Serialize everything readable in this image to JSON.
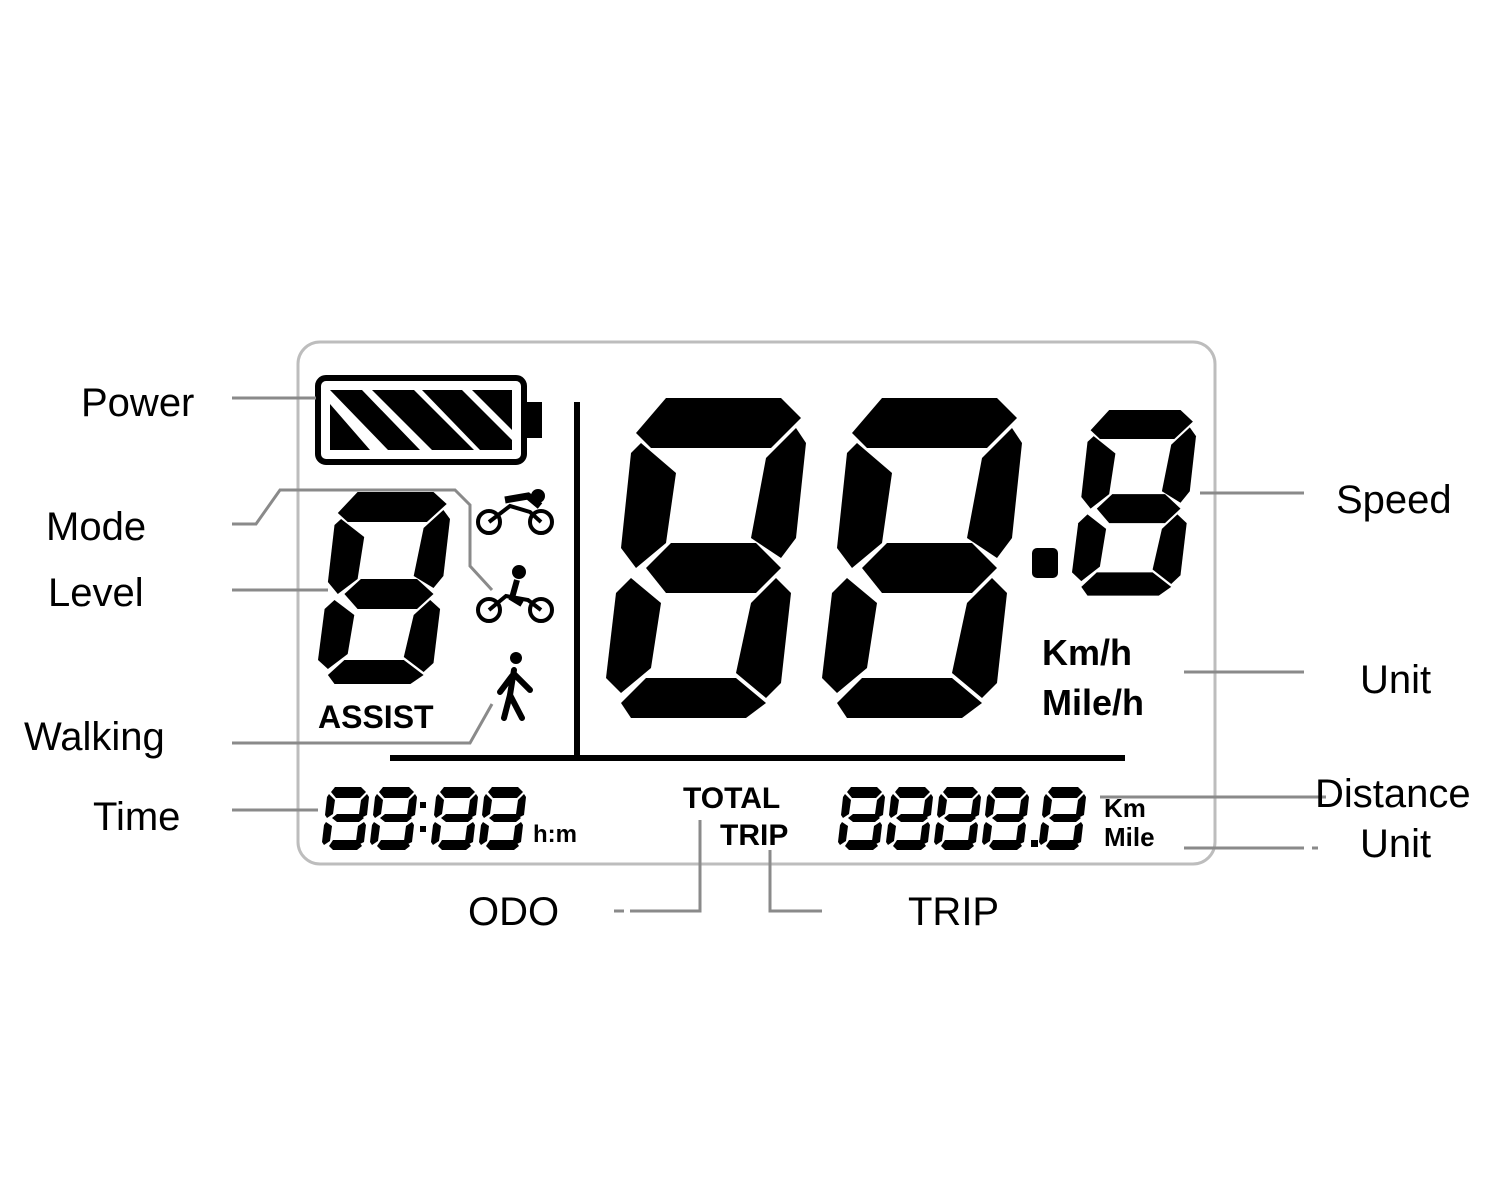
{
  "callouts": {
    "power": "Power",
    "mode": "Mode",
    "level": "Level",
    "walking": "Walking",
    "time": "Time",
    "speed": "Speed",
    "unit": "Unit",
    "distance": "Distance",
    "distance_unit": "Unit",
    "odo": "ODO",
    "trip": "TRIP"
  },
  "lcd": {
    "assist_label": "ASSIST",
    "speed_unit_km": "Km/h",
    "speed_unit_mile": "Mile/h",
    "time_unit": "h:m",
    "total_label": "TOTAL",
    "trip_label": "TRIP",
    "distance_unit_km": "Km",
    "distance_unit_mile": "Mile"
  },
  "colors": {
    "ink": "#000000",
    "leader": "#8a8a8a",
    "frame": "#bdbdbd"
  },
  "icons": [
    "battery-icon",
    "cyclist-sport-icon",
    "cyclist-comfort-icon",
    "walking-person-icon"
  ]
}
